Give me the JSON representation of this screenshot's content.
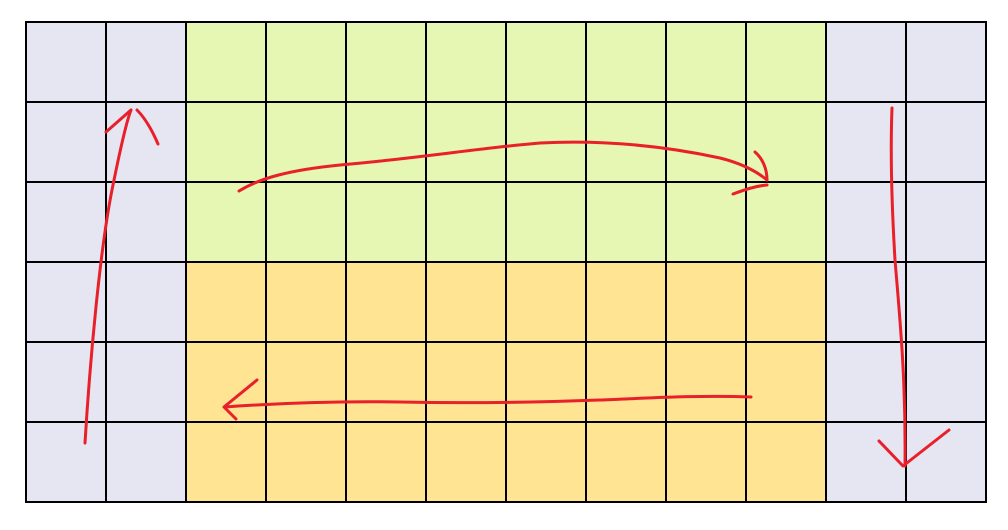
{
  "grid": {
    "rows": 6,
    "cols": 12,
    "line_color": "#000000",
    "regions": [
      {
        "name": "left-columns",
        "row_range": [
          0,
          5
        ],
        "col_range": [
          0,
          1
        ],
        "color": "#e6e6f2"
      },
      {
        "name": "right-columns",
        "row_range": [
          0,
          5
        ],
        "col_range": [
          10,
          11
        ],
        "color": "#e6e6f2"
      },
      {
        "name": "top-center-block",
        "row_range": [
          0,
          2
        ],
        "col_range": [
          2,
          9
        ],
        "color": "#e6f6b3"
      },
      {
        "name": "bottom-center-block",
        "row_range": [
          3,
          5
        ],
        "col_range": [
          2,
          9
        ],
        "color": "#ffe493"
      }
    ]
  },
  "arrows": [
    {
      "name": "arrow-up-left",
      "direction": "up",
      "color": "#e8202a"
    },
    {
      "name": "arrow-right-top",
      "direction": "right",
      "color": "#e8202a"
    },
    {
      "name": "arrow-down-right",
      "direction": "down",
      "color": "#e8202a"
    },
    {
      "name": "arrow-left-bottom",
      "direction": "left",
      "color": "#e8202a"
    }
  ]
}
